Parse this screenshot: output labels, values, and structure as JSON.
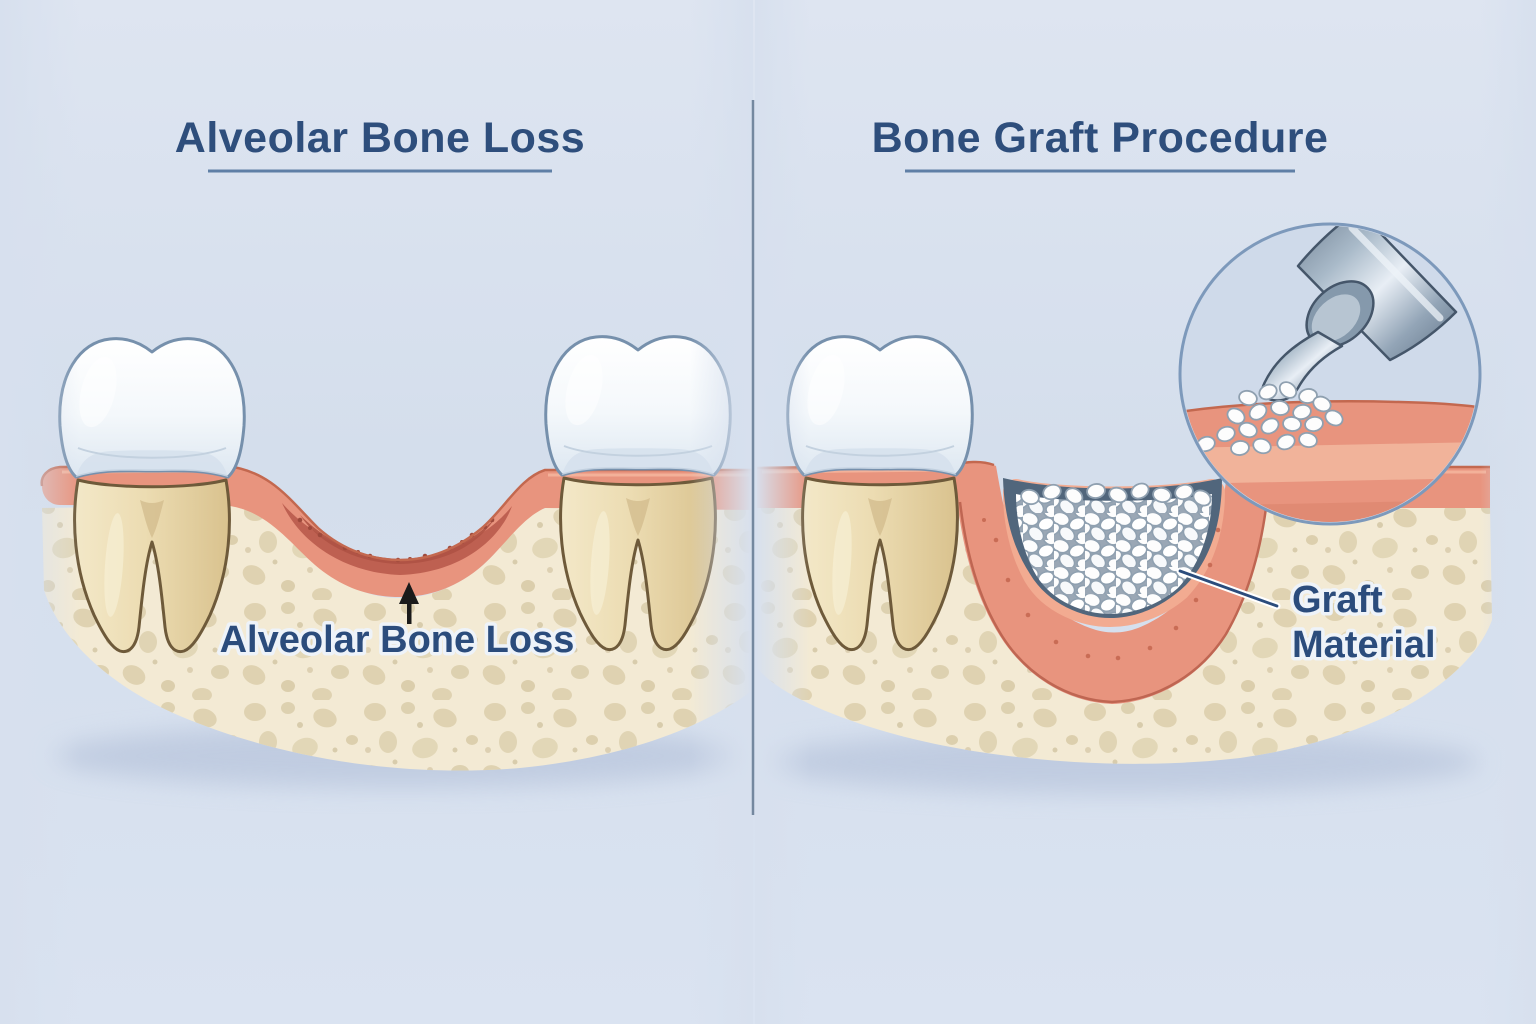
{
  "illustration": {
    "type": "dental-bone-graft-diagram",
    "panels": [
      {
        "id": "alveolar-bone-loss",
        "title": "Alveolar Bone Loss",
        "annotation": "Alveolar Bone Loss",
        "annotation_marker": "up-arrow"
      },
      {
        "id": "bone-graft-procedure",
        "title": "Bone Graft Procedure",
        "annotation_lines": [
          "Graft",
          "Material"
        ],
        "inset": "instrument-dispensing-graft-granules"
      }
    ],
    "colors": {
      "background": "#d8e1ee",
      "divider": "#74889f",
      "title_text": "#2e4e7c",
      "label_text": "#2b4c7c",
      "gum": "#e8947e",
      "gum_edge": "#c3684f",
      "gum_highlight": "#f5b8a0",
      "inflamed_tissue": "#be6051",
      "bone": "#f3ead4",
      "bone_speckle": "#d7c9a4",
      "tooth_crown": "#f7fafc",
      "tooth_outline": "#7690ac",
      "tooth_root": "#ecdcb2",
      "root_outline": "#6e5a3a",
      "socket_shadow": "#51667c",
      "graft_granule": "#fdfdfd",
      "granule_outline": "#8fa0b0",
      "instrument_steel": "#9fb0c1",
      "inset_border": "#7d99bb",
      "arrow": "#1a1a1a"
    }
  }
}
